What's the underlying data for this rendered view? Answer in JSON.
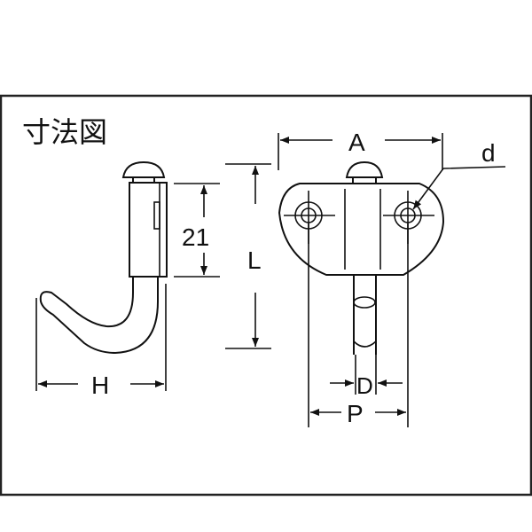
{
  "title": "寸法図",
  "dimensions": {
    "A": "A",
    "d": "d",
    "L": "L",
    "height_value": "21",
    "H": "H",
    "D": "D",
    "P": "P"
  },
  "colors": {
    "line": "#111111",
    "background": "#ffffff"
  }
}
